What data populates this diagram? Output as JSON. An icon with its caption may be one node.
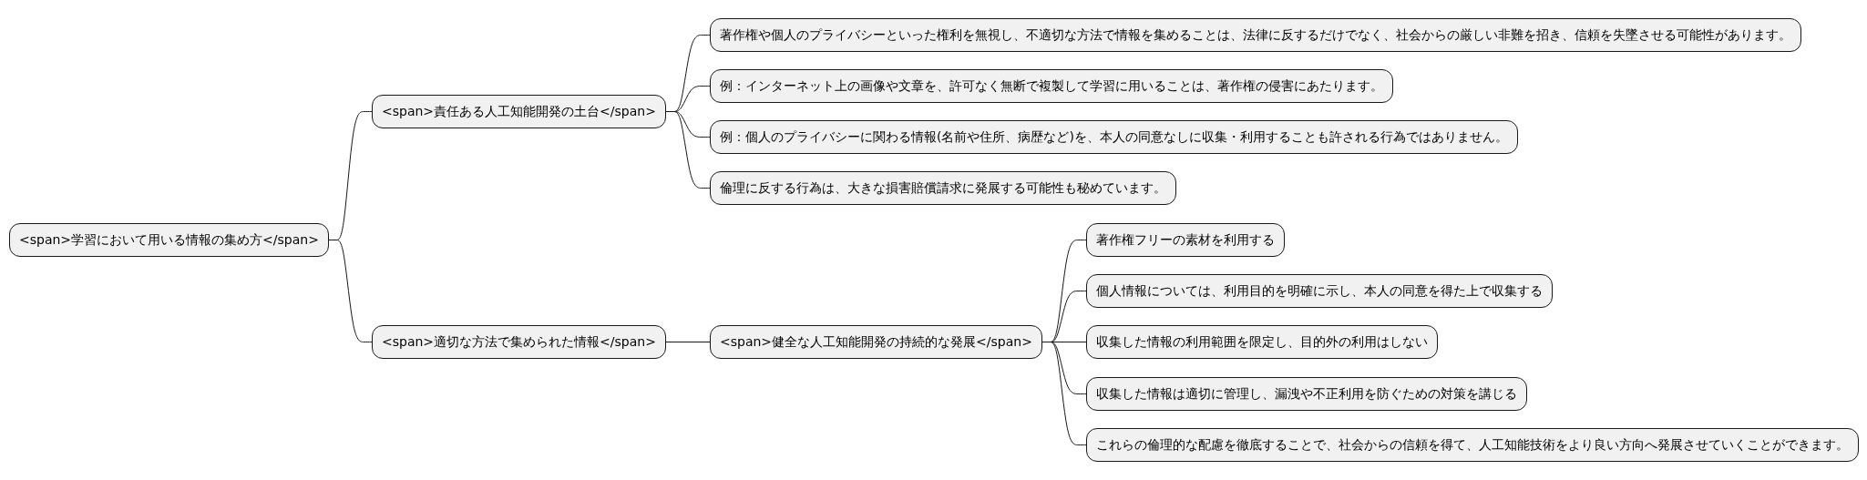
{
  "diagram": {
    "nodes": [
      {
        "text": [
          "<span>学習において用いる情報の集め方</span>"
        ]
      },
      {
        "text": [
          "<span>責任ある人工知能開発の土台</span>"
        ]
      },
      {
        "text": [
          "著作権や個人のプライバシーといった権利を無視し、不適切な方法で情報を集めることは、法律に反するだけでなく、社会からの厳しい非難を招き、信頼を失墜させる可能性があります。"
        ]
      },
      {
        "text": [
          "例：インターネット上の画像や文章を、許可なく無断で複製して学習に用いることは、著作権の侵害にあたります。"
        ]
      },
      {
        "text": [
          "例：個人のプライバシーに関わる情報(名前や住所、病歴など)を、本人の同意なしに収集・利用することも許される行為ではありません。"
        ]
      },
      {
        "text": [
          "倫理に反する行為は、大きな損害賠償請求に発展する可能性も秘めています。"
        ]
      },
      {
        "text": [
          "<span>適切な方法で集められた情報</span>"
        ]
      },
      {
        "text": [
          "<span>健全な人工知能開発の持続的な発展</span>"
        ]
      },
      {
        "text": [
          "著作権フリーの素材を利用する"
        ]
      },
      {
        "text": [
          "個人情報については、利用目的を明確に示し、本人の同意を得た上で収集する"
        ]
      },
      {
        "text": [
          "収集した情報の利用範囲を限定し、目的外の利用はしない"
        ]
      },
      {
        "text": [
          "収集した情報は適切に管理し、漏洩や不正利用を防ぐための対策を講じる"
        ]
      },
      {
        "text": [
          "これらの倫理的な配慮を徹底することで、社会からの信頼を得て、人工知能技術をより良い方向へ発展させていくことができます。"
        ]
      }
    ],
    "edges": [
      {
        "from": 0,
        "to": 1,
        "arrow": "none"
      },
      {
        "from": 1,
        "to": 2,
        "arrow": "none"
      },
      {
        "from": 1,
        "to": 3,
        "arrow": "none"
      },
      {
        "from": 1,
        "to": 4,
        "arrow": "none"
      },
      {
        "from": 1,
        "to": 5,
        "arrow": "none"
      },
      {
        "from": 0,
        "to": 6,
        "arrow": "none"
      },
      {
        "from": 6,
        "to": 7,
        "arrow": "none"
      },
      {
        "from": 7,
        "to": 8,
        "arrow": "none"
      },
      {
        "from": 7,
        "to": 9,
        "arrow": "none"
      },
      {
        "from": 7,
        "to": 10,
        "arrow": "none"
      },
      {
        "from": 7,
        "to": 11,
        "arrow": "none"
      },
      {
        "from": 7,
        "to": 12,
        "arrow": "none"
      }
    ]
  }
}
